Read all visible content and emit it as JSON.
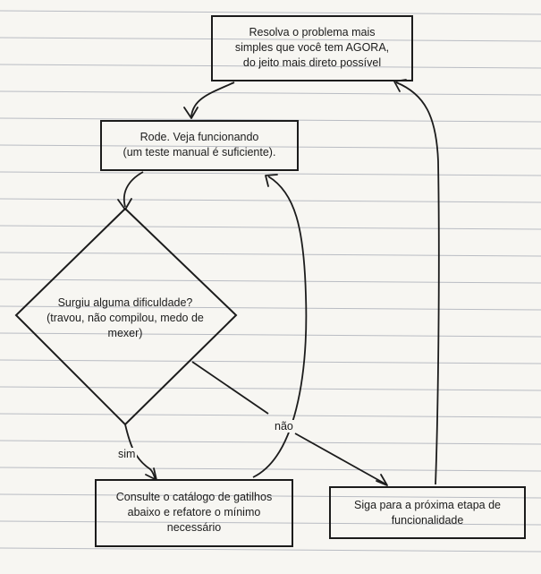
{
  "nodes": {
    "solve": {
      "lines": [
        "Resolva o problema mais",
        "simples que você tem AGORA,",
        "do jeito mais direto possível"
      ]
    },
    "run": {
      "lines": [
        "Rode. Veja funcionando",
        "(um teste manual é suficiente)."
      ]
    },
    "decision": {
      "lines": [
        "Surgiu alguma dificuldade?",
        "(travou, não compilou, medo de",
        "mexer)"
      ]
    },
    "consult": {
      "lines": [
        "Consulte o catálogo de gatilhos",
        "abaixo e refatore o mínimo",
        "necessário"
      ]
    },
    "next": {
      "lines": [
        "Siga para a próxima etapa de",
        "funcionalidade"
      ]
    }
  },
  "edges": {
    "yes_label": "sim",
    "no_label": "não"
  }
}
